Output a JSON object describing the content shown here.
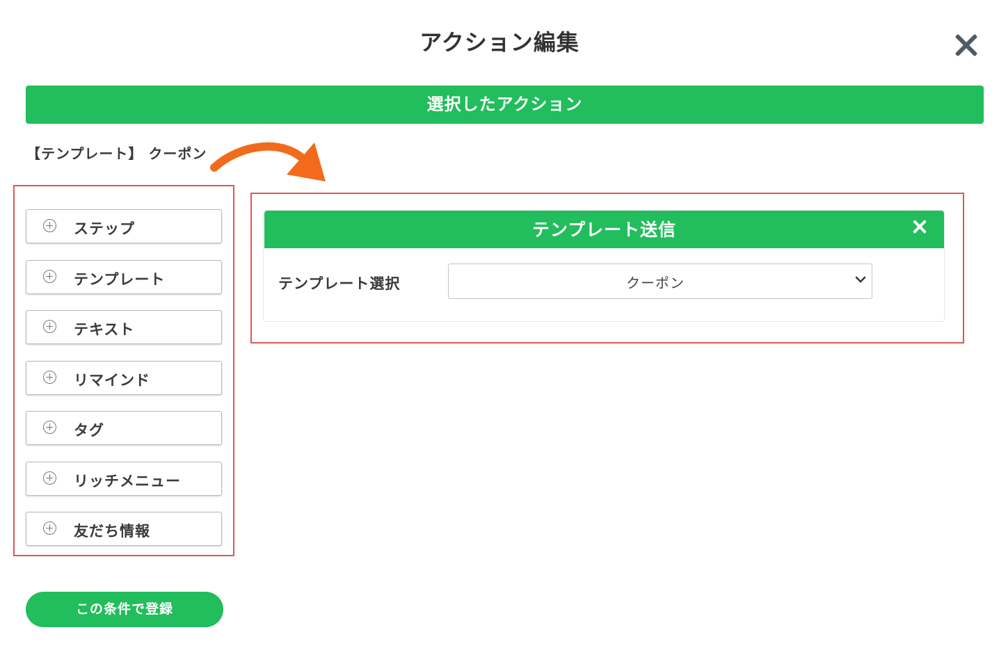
{
  "modal": {
    "title": "アクション編集",
    "close_icon": "close-icon"
  },
  "selected": {
    "bar_label": "選択したアクション",
    "current_action": "【テンプレート】 クーポン"
  },
  "action_buttons": [
    {
      "label": "ステップ",
      "icon": "plus-circle-icon"
    },
    {
      "label": "テンプレート",
      "icon": "plus-circle-icon"
    },
    {
      "label": "テキスト",
      "icon": "plus-circle-icon"
    },
    {
      "label": "リマインド",
      "icon": "plus-circle-icon"
    },
    {
      "label": "タグ",
      "icon": "plus-circle-icon"
    },
    {
      "label": "リッチメニュー",
      "icon": "plus-circle-icon"
    },
    {
      "label": "友だち情報",
      "icon": "plus-circle-icon"
    }
  ],
  "template_card": {
    "header": "テンプレート送信",
    "field_label": "テンプレート選択",
    "selected_value": "クーポン",
    "close_icon": "close-icon"
  },
  "submit": {
    "label": "この条件で登録"
  },
  "colors": {
    "accent_green": "#22bd5c",
    "highlight_red": "#e05555",
    "arrow_orange": "#f26b1d"
  }
}
